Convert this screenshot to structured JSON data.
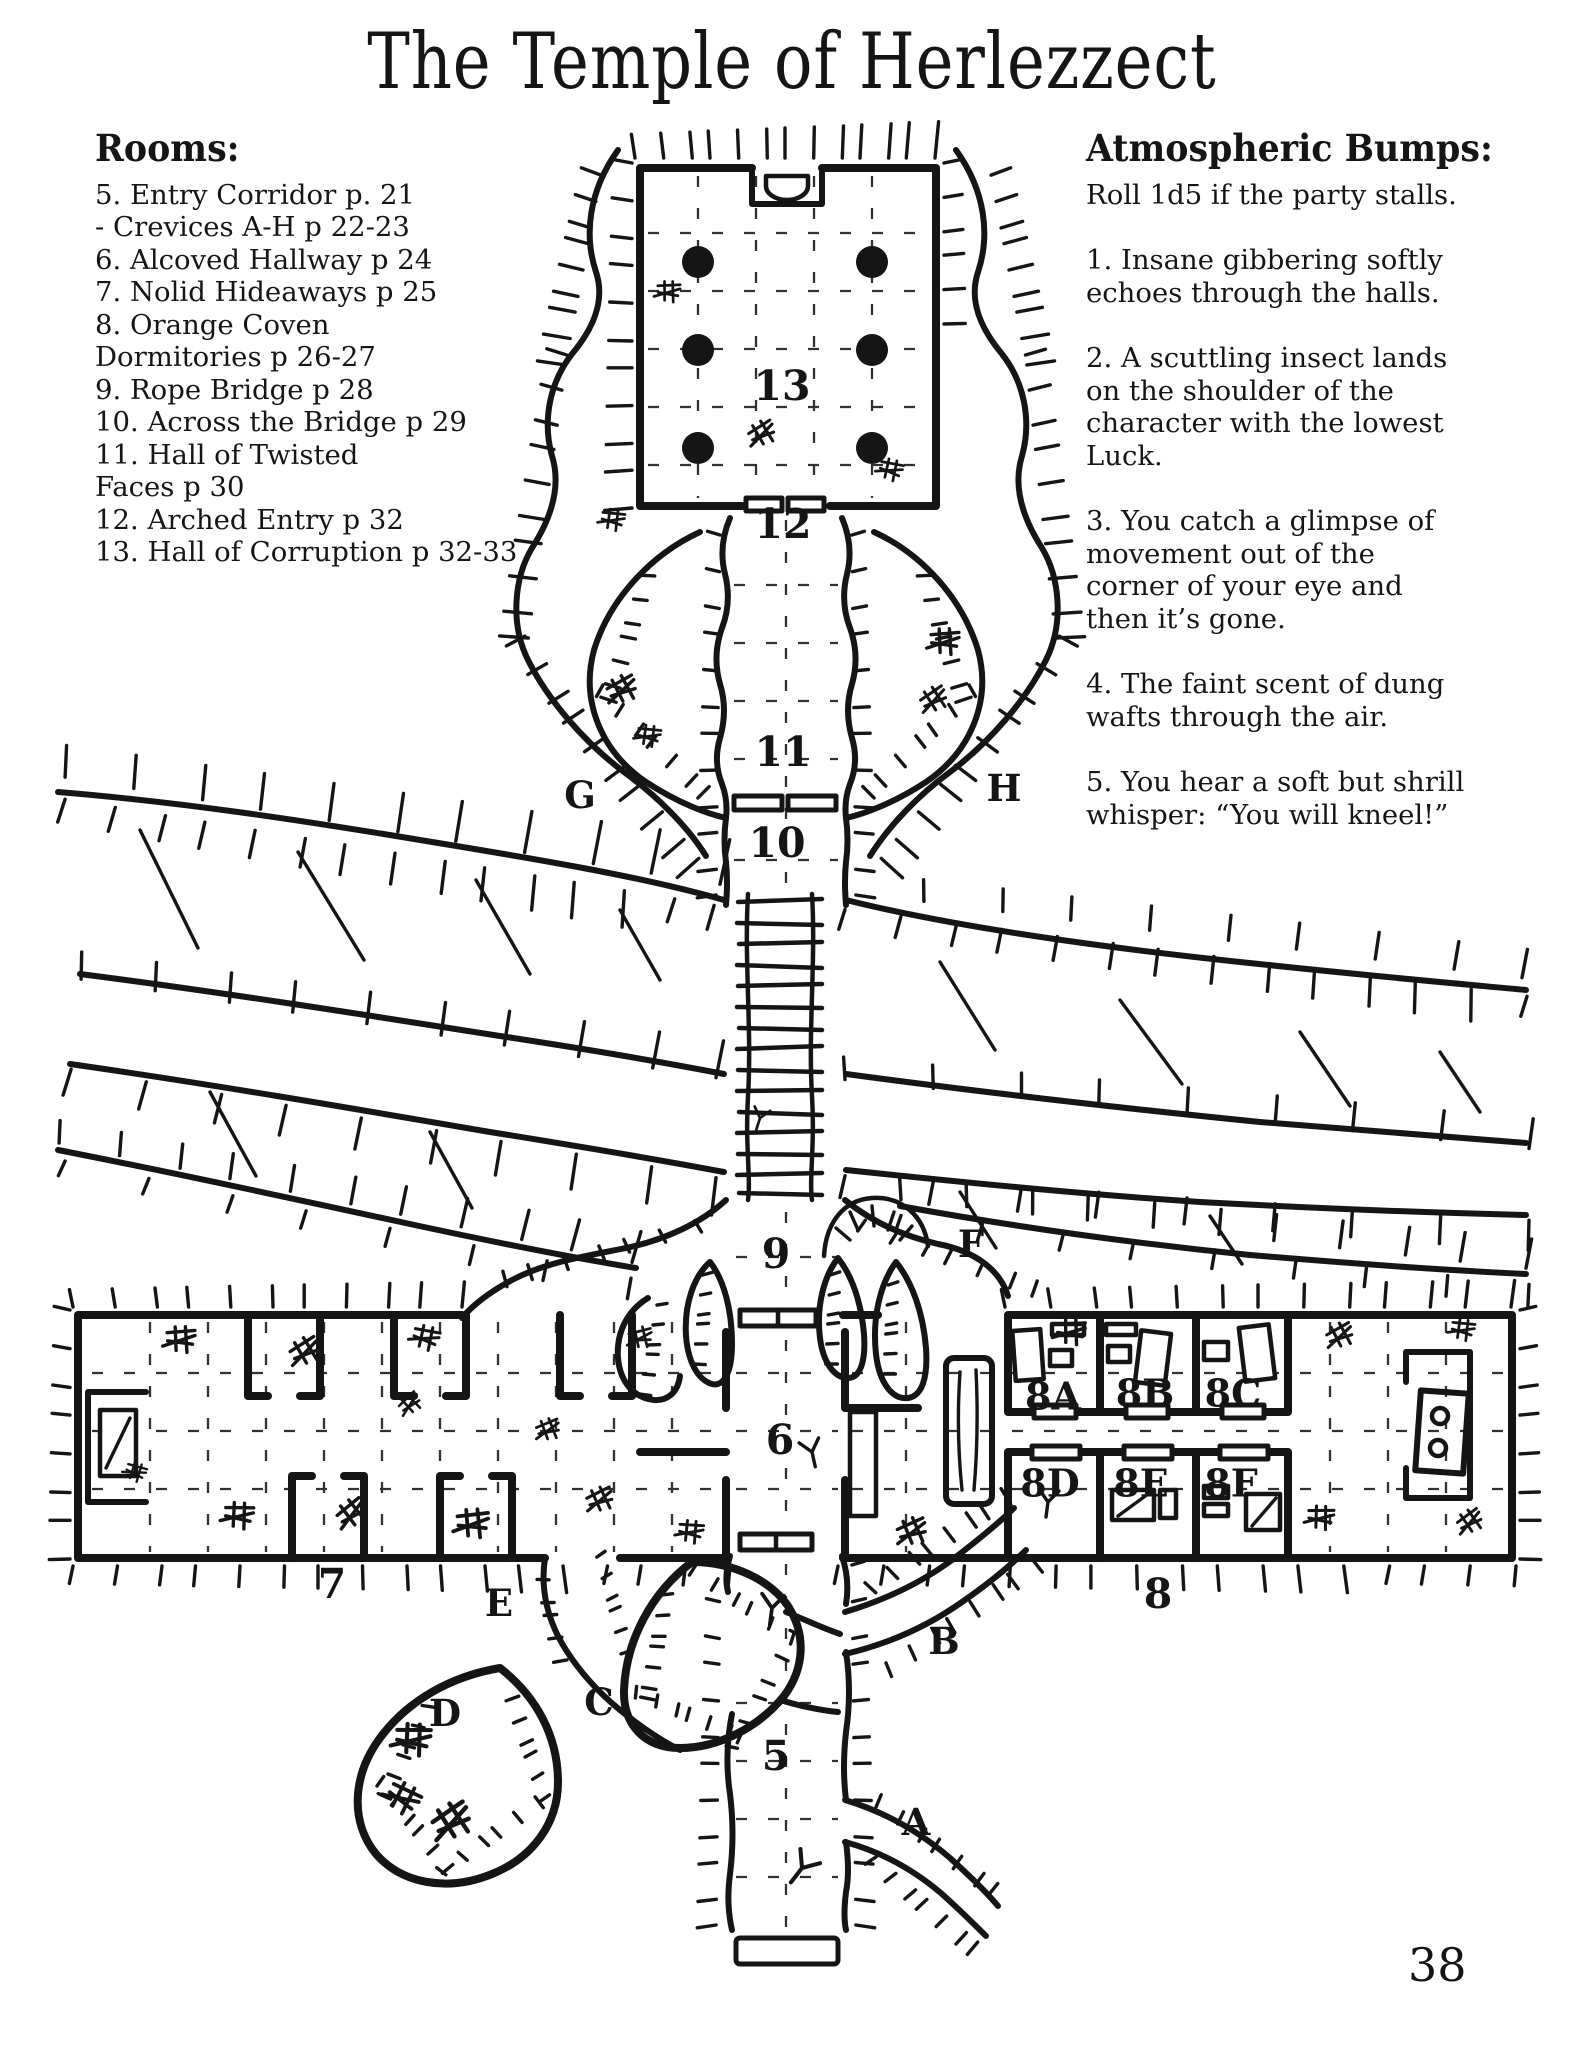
{
  "page": {
    "title": "The Temple of Herlezzect",
    "number": "38"
  },
  "rooms": {
    "heading": "Rooms:",
    "lines": [
      "5. Entry Corridor p. 21",
      "- Crevices A-H p 22-23",
      "6. Alcoved Hallway p 24",
      "7. Nolid Hideaways p 25",
      "8. Orange Coven",
      "Dormitories p 26-27",
      "9. Rope Bridge p 28",
      "10. Across the Bridge p 29",
      "11. Hall of Twisted",
      "Faces p 30",
      "12. Arched Entry p 32",
      "13. Hall of Corruption p 32-33"
    ]
  },
  "bumps": {
    "heading": "Atmospheric Bumps:",
    "intro": "Roll 1d5 if the party stalls.",
    "items": [
      "1. Insane gibbering softly echoes through the halls.",
      "2. A scuttling insect lands on the shoulder of the character with the lowest Luck.",
      "3. You catch a glimpse of movement out of the corner of your eye and then it’s gone.",
      "4. The faint scent of dung wafts through the air.",
      "5. You hear a soft but shrill whisper: “You will kneel!”"
    ]
  },
  "map": {
    "ink_color": "#151515",
    "paper_color": "#ffffff",
    "labels": {
      "r5": "5",
      "r6": "6",
      "r7": "7",
      "r8": "8",
      "r9": "9",
      "r10": "10",
      "r11": "11",
      "r12": "12",
      "r13": "13",
      "cA": "A",
      "cB": "B",
      "cC": "C",
      "cD": "D",
      "cE": "E",
      "cF": "F",
      "cG": "G",
      "cH": "H",
      "d8a": "8A",
      "d8b": "8B",
      "d8c": "8C",
      "d8d": "8D",
      "d8e": "8E",
      "d8f": "8F"
    }
  }
}
